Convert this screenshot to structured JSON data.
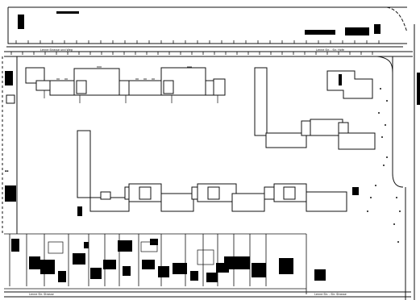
{
  "map": {
    "title": "",
    "street_labels": {
      "top_left": "Lenne Strasse und Weg",
      "top_right": "Lenne Str. - Str. Hofe",
      "bottom_left": "Lenne Str. Strasse",
      "bottom_right": "Lenne Str. - Str. Strasse"
    },
    "colors": {
      "background": "#ffffff",
      "linework": "#111111",
      "solid_fill": "#000000"
    },
    "features": [
      "street-top",
      "street-right",
      "street-bottom",
      "building-row-north",
      "building-row-east",
      "building-row-south",
      "building-wing-west",
      "building-wing-east",
      "outbuilding-ne",
      "garden-parcels-south"
    ]
  }
}
